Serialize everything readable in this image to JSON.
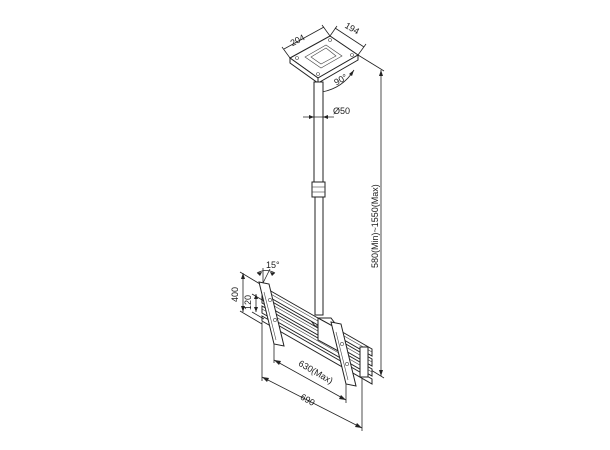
{
  "diagram": {
    "labels": {
      "plate_width": "204",
      "plate_depth": "194",
      "rotation": "90°",
      "pole_diameter": "Ø50",
      "pole_length": "580(Min)~1550(Max)",
      "tilt": "15°",
      "height_400": "400",
      "height_120": "120",
      "arm_width": "630(Max)",
      "overall_width": "690"
    },
    "colors": {
      "line": "#222222",
      "background": "#ffffff"
    }
  }
}
